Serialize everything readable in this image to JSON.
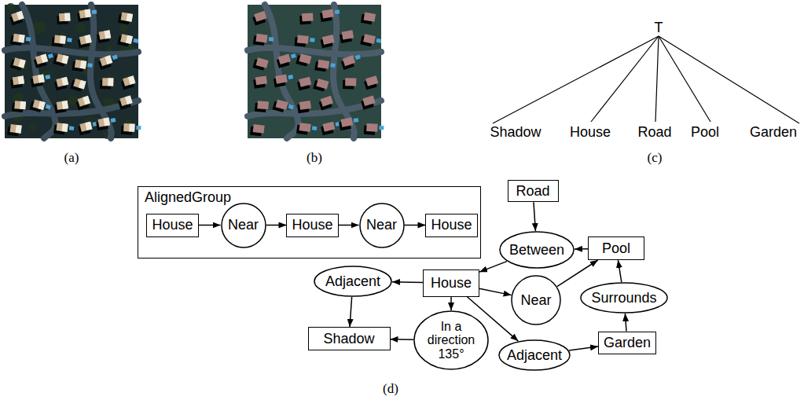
{
  "diagram": {
    "nodes": [
      {
        "text": [
          "AlignedGroup"
        ]
      },
      {
        "text": [
          "House"
        ],
        "in": 0
      },
      {
        "text": [
          "Near"
        ],
        "in": 0
      },
      {
        "text": [
          "House"
        ],
        "in": 0
      },
      {
        "text": [
          "Near"
        ],
        "in": 0
      },
      {
        "text": [
          "House"
        ],
        "in": 0
      },
      {
        "text": [
          "Road"
        ]
      },
      {
        "text": [
          "Between"
        ]
      },
      {
        "text": [
          "Pool"
        ]
      },
      {
        "text": [
          "Adjacent"
        ]
      },
      {
        "text": [
          "House"
        ]
      },
      {
        "text": [
          "Near"
        ]
      },
      {
        "text": [
          "Surrounds"
        ]
      },
      {
        "text": [
          "In a direction 135°"
        ]
      },
      {
        "text": [
          "Shadow"
        ]
      },
      {
        "text": [
          "Adjacent"
        ]
      },
      {
        "text": [
          "Garden"
        ]
      }
    ],
    "edges": [
      {
        "from": 1,
        "to": 2,
        "arrow": "to"
      },
      {
        "from": 2,
        "to": 3,
        "arrow": "to"
      },
      {
        "from": 3,
        "to": 4,
        "arrow": "to"
      },
      {
        "from": 4,
        "to": 5,
        "arrow": "to"
      },
      {
        "from": 6,
        "to": 7,
        "arrow": "to"
      },
      {
        "from": 8,
        "to": 7,
        "arrow": "to"
      },
      {
        "from": 7,
        "to": 10,
        "arrow": "to"
      },
      {
        "from": 10,
        "to": 9,
        "arrow": "to"
      },
      {
        "from": 9,
        "to": 14,
        "arrow": "to"
      },
      {
        "from": 10,
        "to": 13,
        "arrow": "to"
      },
      {
        "from": 13,
        "to": 14,
        "arrow": "to"
      },
      {
        "from": 10,
        "to": 11,
        "arrow": "to"
      },
      {
        "from": 11,
        "to": 8,
        "arrow": "to"
      },
      {
        "from": 10,
        "to": 15,
        "arrow": "to"
      },
      {
        "from": 15,
        "to": 16,
        "arrow": "to"
      },
      {
        "from": 16,
        "to": 12,
        "arrow": "to"
      },
      {
        "from": 12,
        "to": 8,
        "arrow": "to"
      }
    ],
    "labels": [
      "T",
      "Shadow",
      "House",
      "Road",
      "Pool",
      "Garden",
      "(a)",
      "(b)",
      "(c)",
      "(d)"
    ]
  }
}
